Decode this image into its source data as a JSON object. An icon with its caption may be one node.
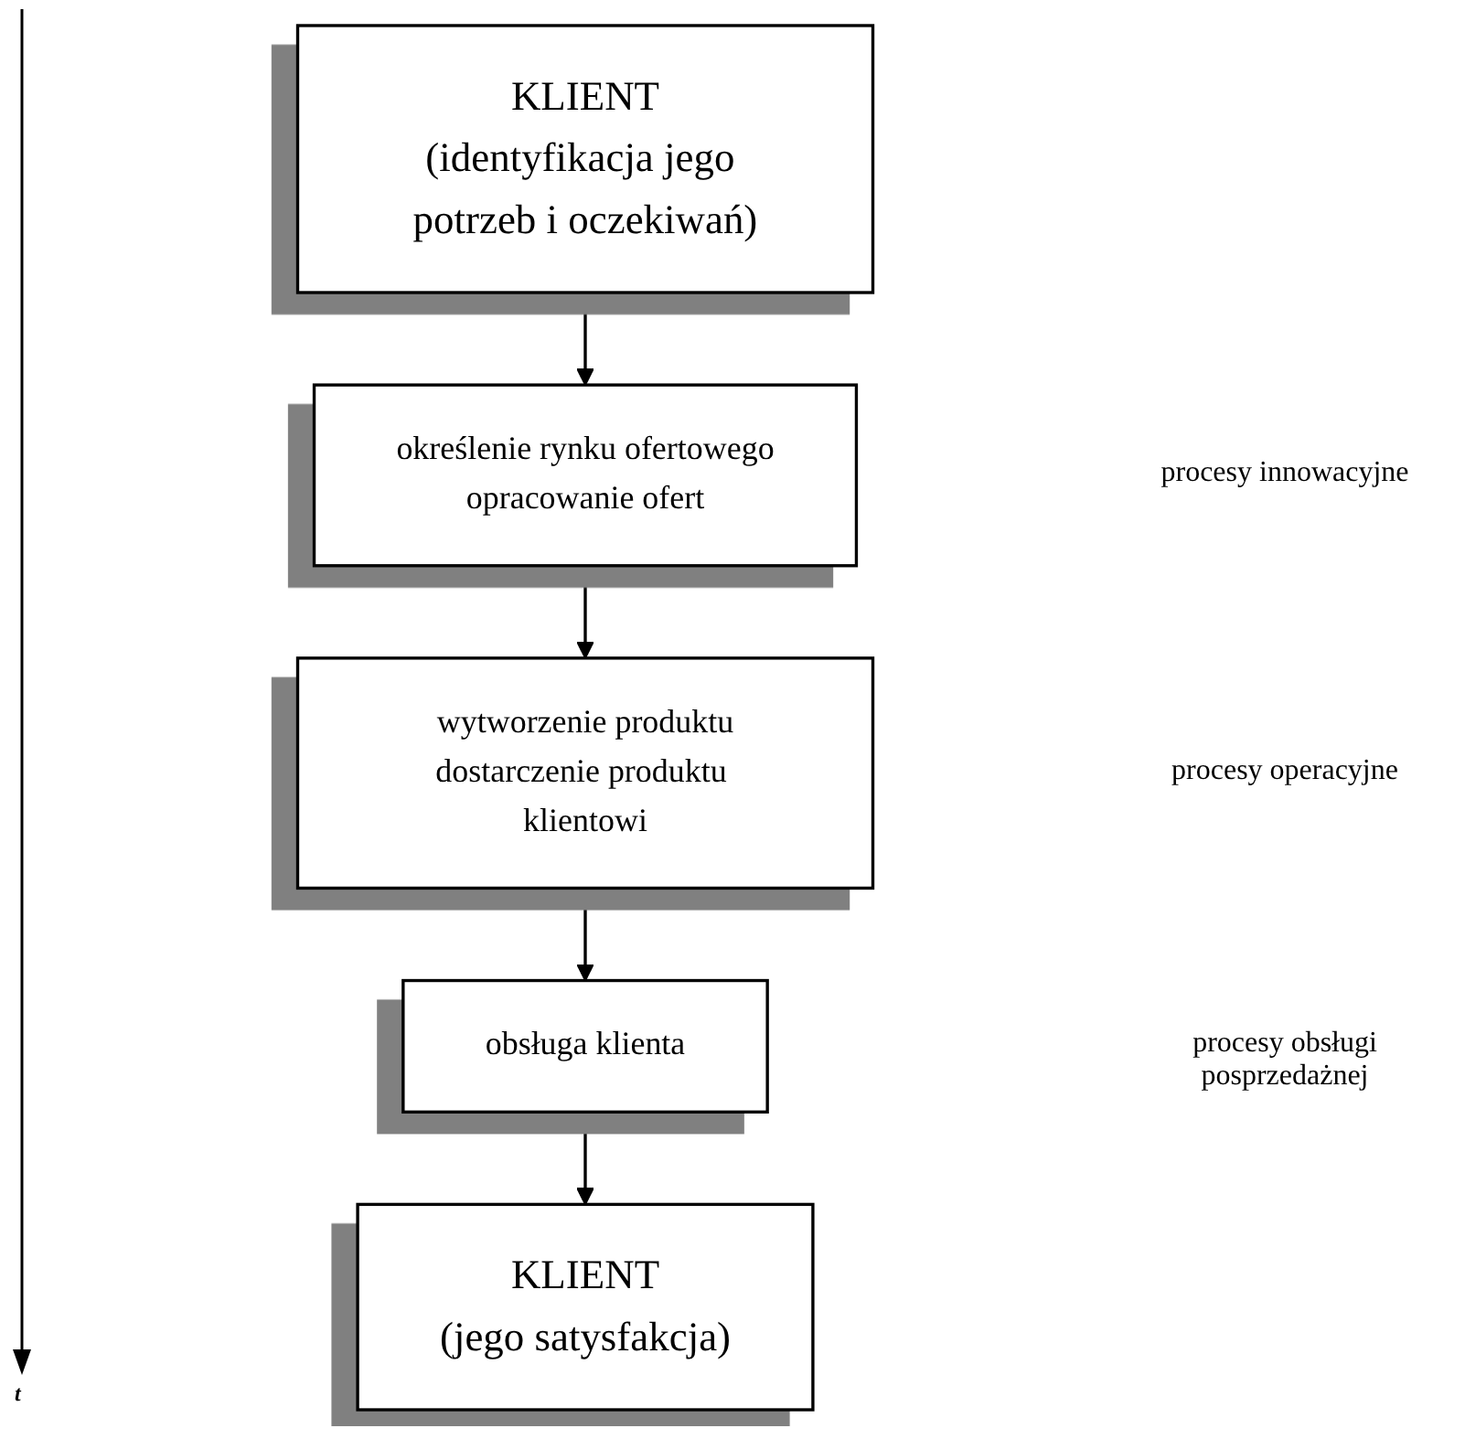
{
  "diagram": {
    "nodes": [
      {
        "text": [
          "KLIENT",
          "(identyfikacja jego potrzeb i oczekiwań)"
        ]
      },
      {
        "text": [
          "określenie rynku ofertowego",
          "opracowanie ofert"
        ]
      },
      {
        "text": [
          "wytworzenie produktu",
          "dostarczenie produktu klientowi"
        ]
      },
      {
        "text": [
          "obsługa klienta"
        ]
      },
      {
        "text": [
          "KLIENT",
          "(jego satysfakcja)"
        ]
      }
    ],
    "edges": [
      {
        "from": 0,
        "to": 1,
        "arrow": "to"
      },
      {
        "from": 1,
        "to": 2,
        "arrow": "to"
      },
      {
        "from": 2,
        "to": 3,
        "arrow": "to"
      },
      {
        "from": 3,
        "to": 4,
        "arrow": "to"
      }
    ],
    "labels": [
      "procesy innowacyjne",
      "procesy operacyjne",
      "procesy obsługi posprzedażnej",
      "t"
    ]
  }
}
